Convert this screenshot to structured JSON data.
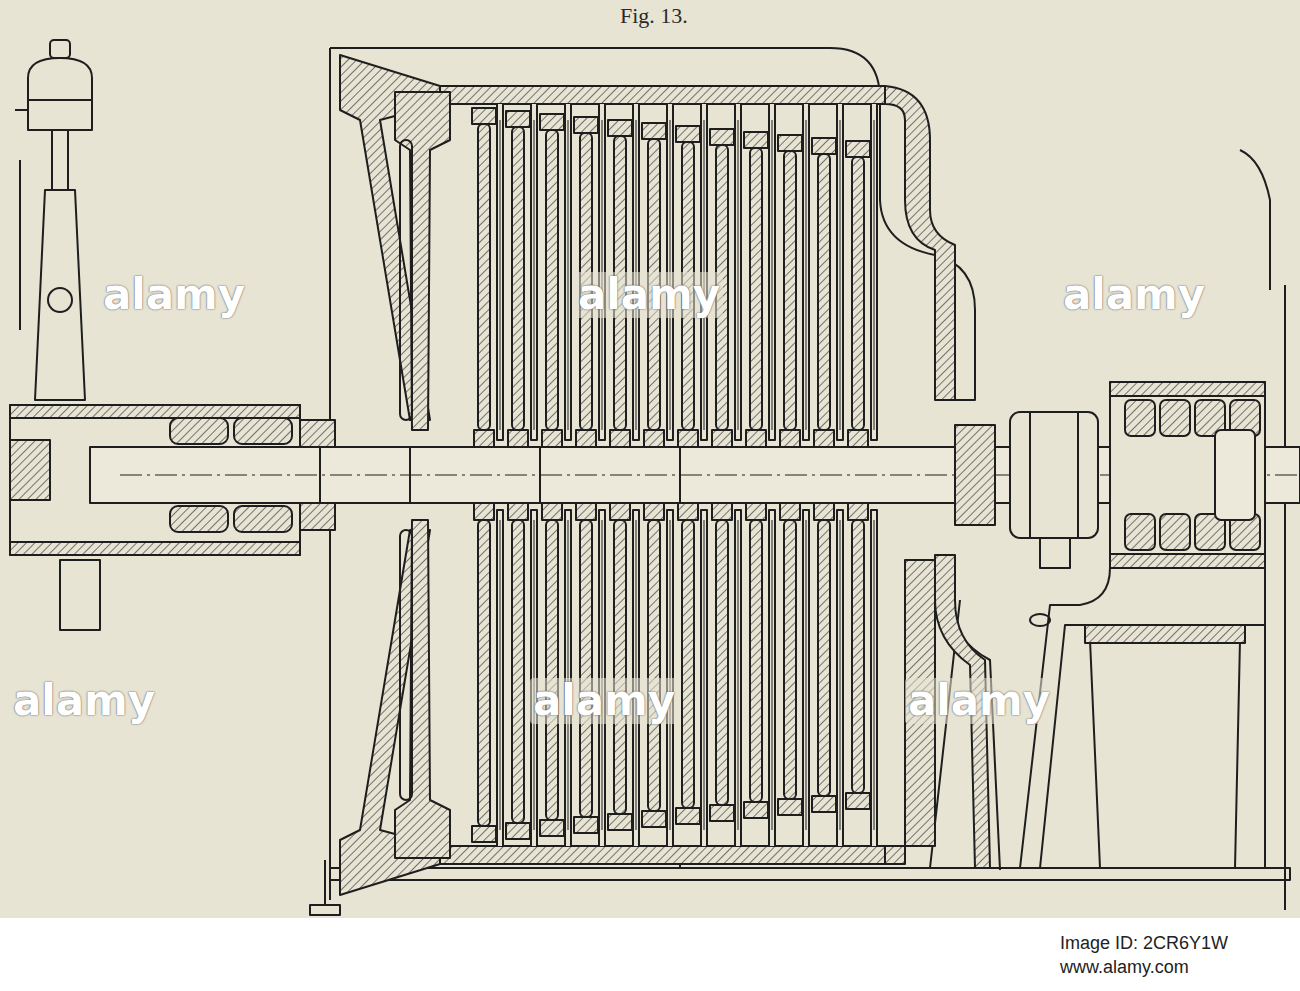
{
  "diagram": {
    "title": "Fig. 13.",
    "labels": [
      "alamy",
      "alamy",
      "alamy",
      "alamy",
      "alamy",
      "alamy",
      "Image ID: 2CR6Y1W",
      "www.alamy.com"
    ]
  }
}
